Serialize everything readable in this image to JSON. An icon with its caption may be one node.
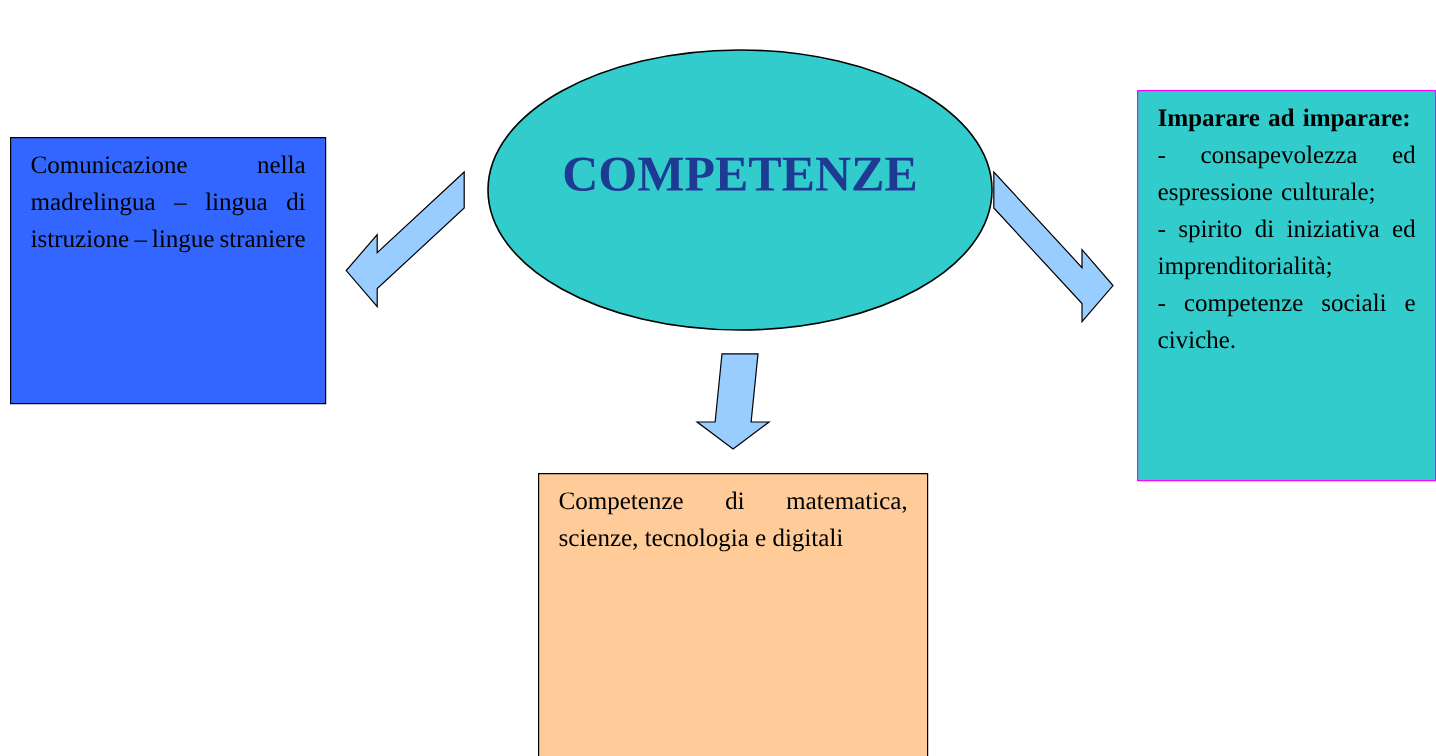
{
  "diagram": {
    "nodes": [
      {
        "text": [
          "COMPETENZE"
        ]
      },
      {
        "text": [
          "Comunicazione nella madrelingua – lingua di istruzione – lingue straniere"
        ]
      },
      {
        "text": [
          "Imparare ad imparare:",
          "- consapevolezza ed espressione culturale;",
          "- spirito di iniziativa ed imprenditorialità;",
          "- competenze sociali e civiche."
        ]
      },
      {
        "text": [
          "Competenze di matematica, scienze, tecnologia e digitali"
        ]
      }
    ],
    "edges": [
      {
        "from": 0,
        "to": 1,
        "arrow": "to"
      },
      {
        "from": 0,
        "to": 2,
        "arrow": "to"
      },
      {
        "from": 0,
        "to": 3,
        "arrow": "to"
      }
    ]
  }
}
